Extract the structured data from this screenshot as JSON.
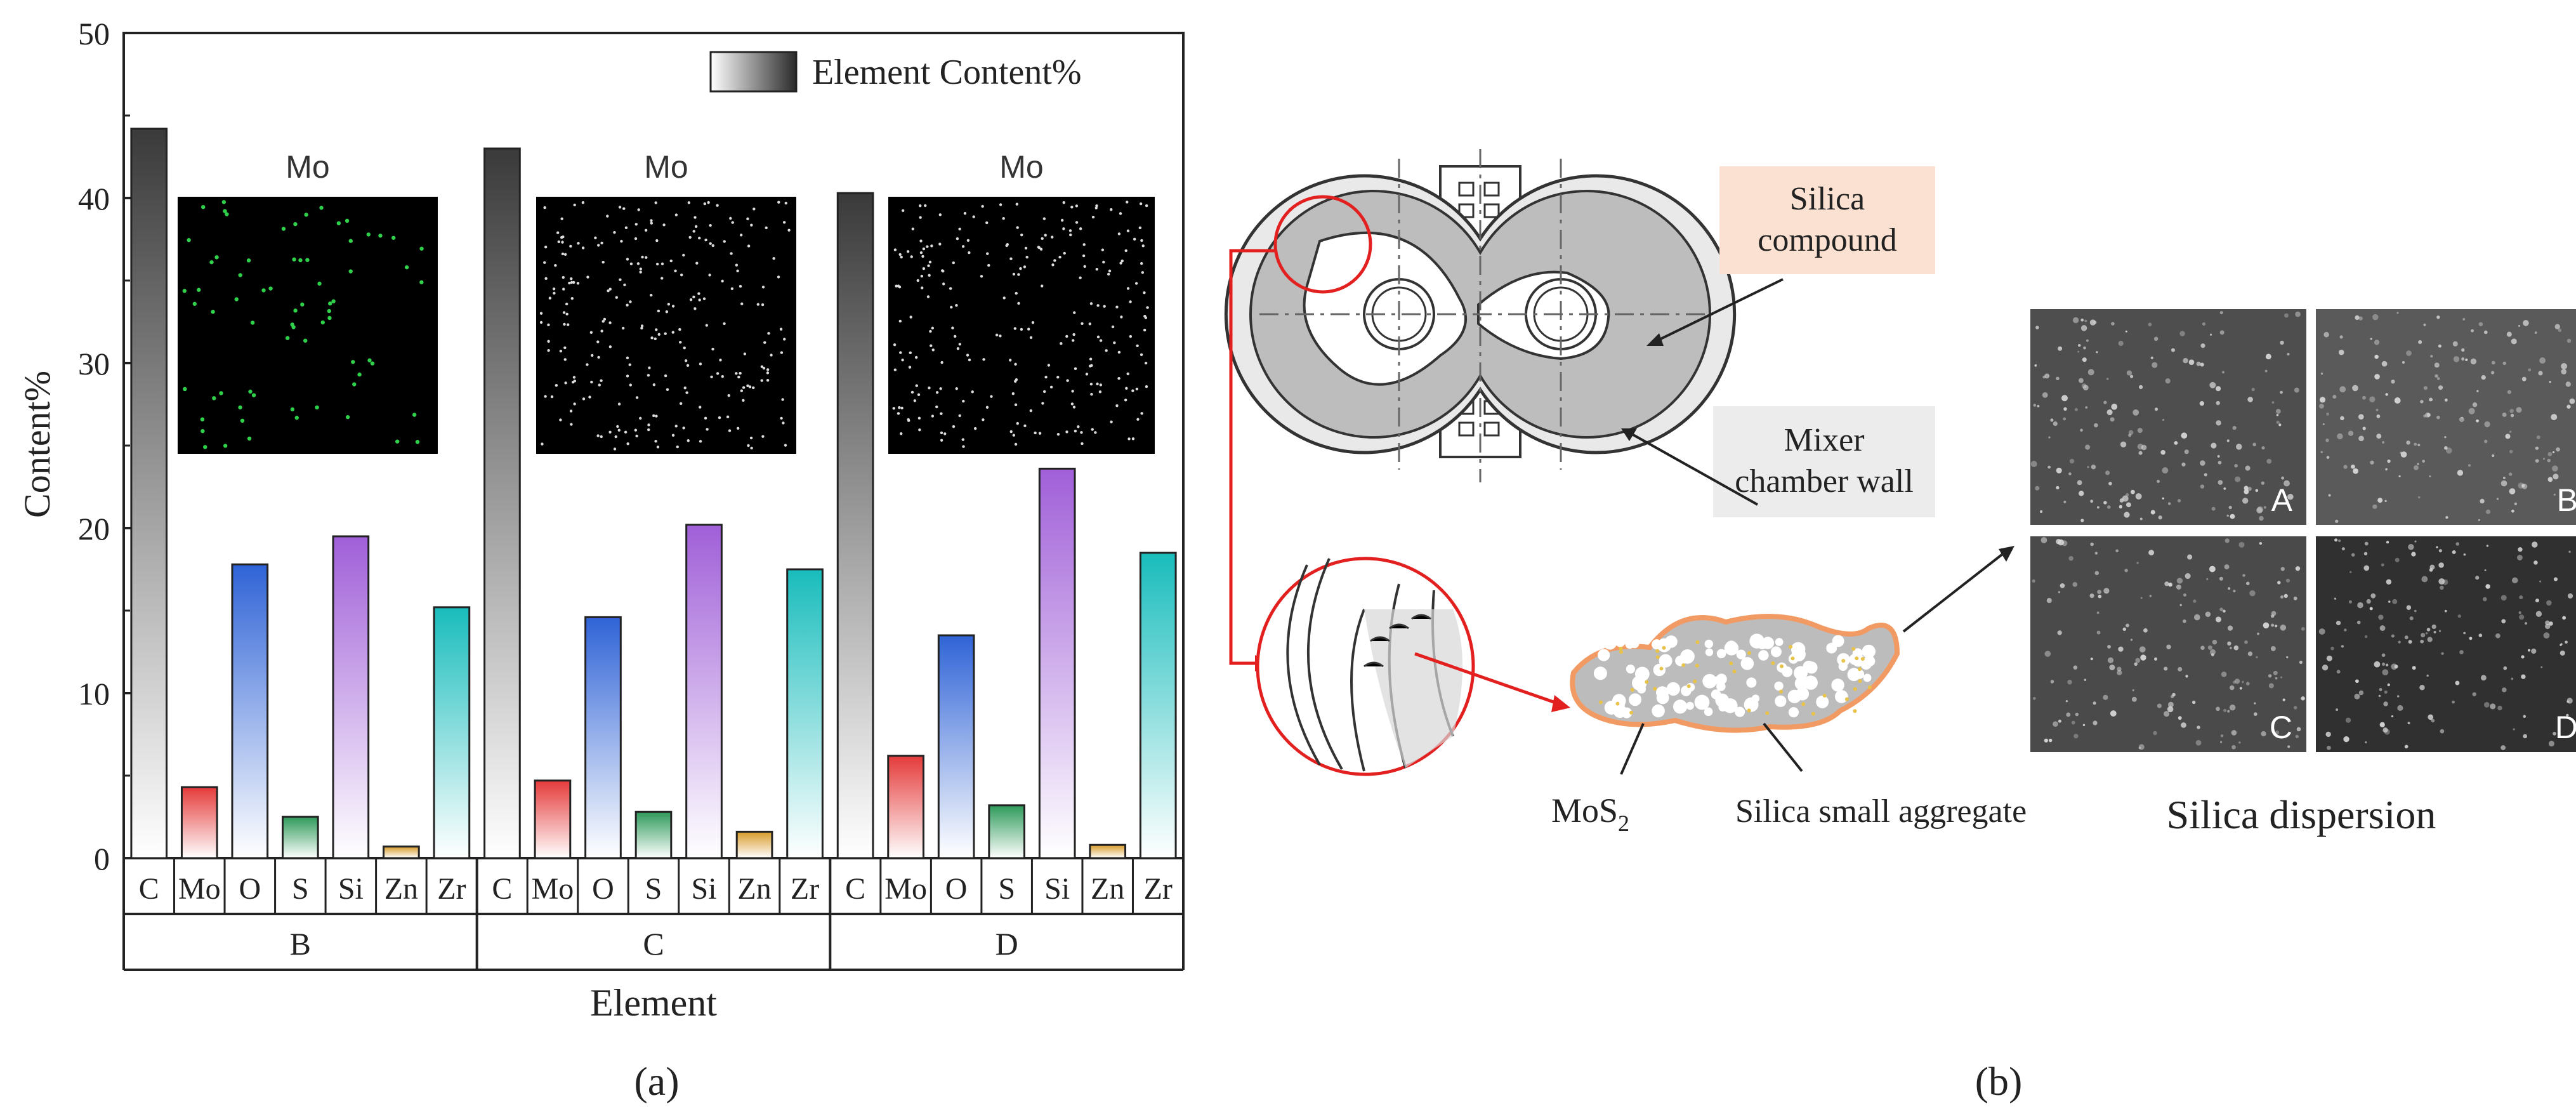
{
  "panel_a_label": "(a)",
  "panel_b_label": "(b)",
  "colors": {
    "C": "#3a3a3a",
    "Mo": "#e53a3a",
    "O": "#2f63d6",
    "S": "#2e9a5a",
    "Si": "#a05fd8",
    "Zn": "#d89a28",
    "Zr": "#19bcbc"
  },
  "chart_data": {
    "type": "bar",
    "title": "",
    "xlabel": "Element",
    "ylabel": "Content%",
    "ylim": [
      0,
      50
    ],
    "yticks": [
      0,
      10,
      20,
      30,
      40,
      50
    ],
    "legend": {
      "label": "Element Content%",
      "placement": "top-right"
    },
    "categories": [
      "C",
      "Mo",
      "O",
      "S",
      "Si",
      "Zn",
      "Zr"
    ],
    "groups": [
      {
        "name": "B",
        "values": [
          44.2,
          4.3,
          17.8,
          2.5,
          19.5,
          0.7,
          15.2
        ]
      },
      {
        "name": "C",
        "values": [
          43.0,
          4.7,
          14.6,
          2.8,
          20.2,
          1.6,
          17.5
        ]
      },
      {
        "name": "D",
        "values": [
          40.3,
          6.2,
          13.5,
          3.2,
          23.6,
          0.8,
          18.5
        ]
      }
    ],
    "insets": [
      "Mo",
      "Mo",
      "Mo"
    ]
  },
  "diagram": {
    "silica_compound": [
      "Silica",
      "compound"
    ],
    "mixer_wall": [
      "Mixer",
      "chamber wall"
    ],
    "mos2": "MoS",
    "mos2_sub": "2",
    "aggregate": "Silica small aggregate",
    "dispersion": "Silica dispersion",
    "photo_labels": [
      "A",
      "B",
      "C",
      "D"
    ]
  }
}
